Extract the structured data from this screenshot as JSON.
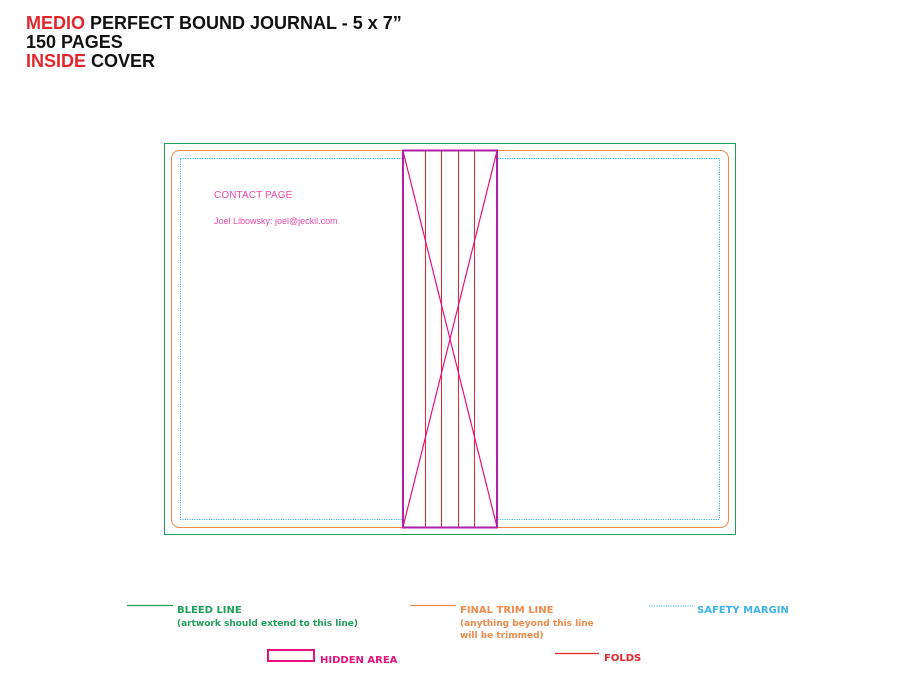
{
  "header": {
    "line1_accent": "MEDIO",
    "line1_rest": " PERFECT BOUND JOURNAL - 5 x 7”",
    "line2": "150 PAGES",
    "line3_accent": "INSIDE",
    "line3_rest": " COVER"
  },
  "contact": {
    "title": "CONTACT PAGE",
    "line": "Joel Libowsky: joel@jeckil.com"
  },
  "legend": {
    "bleed": {
      "label": "BLEED LINE",
      "note": "(artwork should extend to this line)"
    },
    "trim": {
      "label": "FINAL TRIM LINE",
      "note1": "(anything beyond this line",
      "note2": "will be trimmed)"
    },
    "safety": {
      "label": "SAFETY MARGIN"
    },
    "hidden": {
      "label": "HIDDEN AREA"
    },
    "folds": {
      "label": "FOLDS"
    }
  },
  "colors": {
    "bleed": "#1f9e5a",
    "trim": "#f08a4b",
    "safety": "#3cb4e6",
    "hidden": "#e5127d",
    "folds": "#e3262b",
    "hidden_outline": "#9b2bb5",
    "text_dark": "#111111",
    "accent_red": "#e3262b",
    "contact_pink": "#ec4aa3"
  }
}
